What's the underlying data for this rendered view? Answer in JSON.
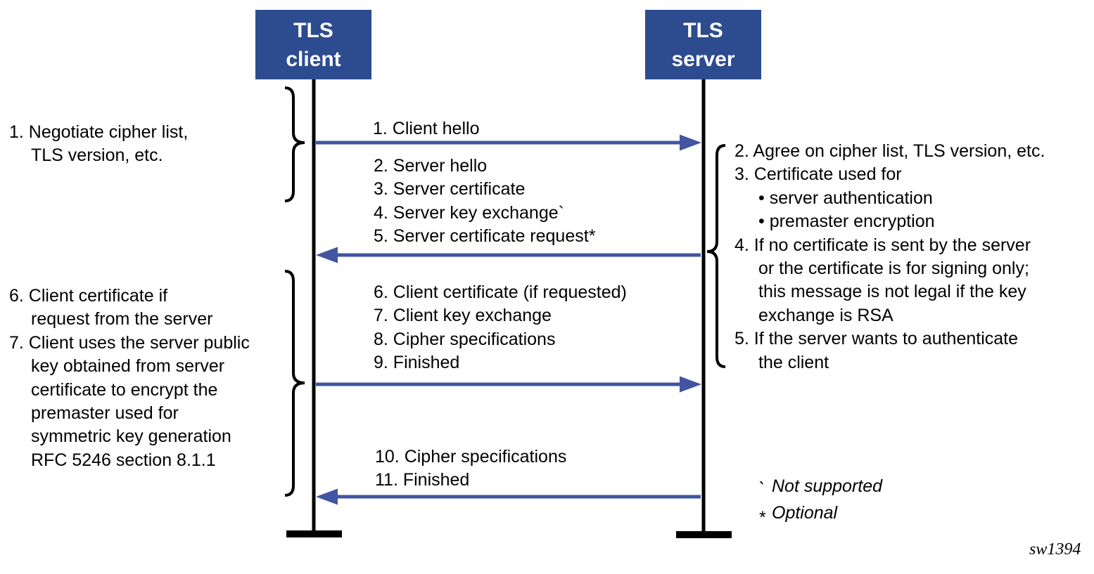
{
  "participants": [
    {
      "line1": "TLS",
      "line2": "client"
    },
    {
      "line1": "TLS",
      "line2": "server"
    }
  ],
  "messages": [
    {
      "direction": "client-to-server",
      "lines": [
        "1. Client hello"
      ]
    },
    {
      "direction": "server-to-client",
      "lines": [
        "2. Server hello",
        "3. Server certificate",
        "4. Server key exchange`",
        "5. Server certificate request*"
      ]
    },
    {
      "direction": "client-to-server",
      "lines": [
        "6. Client certificate (if requested)",
        "7. Client key exchange",
        "8. Cipher specifications",
        "9. Finished"
      ]
    },
    {
      "direction": "server-to-client",
      "lines": [
        "10. Cipher specifications",
        "11. Finished"
      ]
    }
  ],
  "left_notes": [
    {
      "lines": [
        "1. Negotiate cipher list,",
        "TLS version, etc."
      ]
    },
    {
      "lines": [
        "6. Client certificate if",
        "request from the server",
        "7. Client uses the server public",
        "key obtained from server",
        "certificate to encrypt the",
        "premaster used for",
        "symmetric key generation",
        "RFC 5246 section 8.1.1"
      ]
    }
  ],
  "right_notes": [
    {
      "lines": [
        "2. Agree on cipher list, TLS version, etc.",
        "3. Certificate used for",
        "• server authentication",
        "• premaster encryption",
        "4. If no certificate is sent by the server",
        "or the certificate is for signing only;",
        "this message is not legal if the key",
        "exchange is RSA",
        "5. If the server wants to authenticate",
        "the client"
      ]
    }
  ],
  "legend": {
    "items": [
      {
        "symbol": "`",
        "label": "Not supported"
      },
      {
        "symbol": "*",
        "label": "Optional"
      }
    ]
  },
  "watermark": "sw1394",
  "colors": {
    "box": "#2d4b8f",
    "arrow": "#4254a2",
    "line": "#000000",
    "text": "#000000",
    "box_text": "#ffffff"
  }
}
